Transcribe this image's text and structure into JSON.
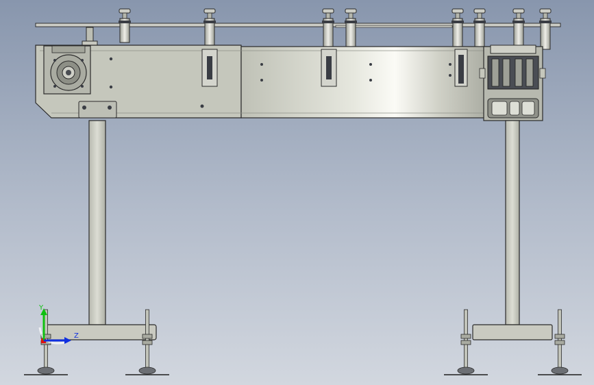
{
  "viewport": {
    "background_top": "#8896ad",
    "background_bottom": "#d2d7df"
  },
  "model": {
    "components": [
      "guide-rail",
      "guide-rail-posts",
      "conveyor-frame",
      "gear-motor",
      "idler-end-assembly",
      "support-leg-left",
      "support-leg-right",
      "adjustable-feet"
    ],
    "colors": {
      "steel": "#c9cbc2",
      "steel_light": "#f2f2ec",
      "outline": "#2a2a2a",
      "dark_part": "#3a3d44"
    }
  },
  "triad": {
    "axis_y": "Y",
    "axis_z": "Z",
    "color_y": "#10c010",
    "color_z": "#1030e0",
    "color_x": "#e01010"
  }
}
